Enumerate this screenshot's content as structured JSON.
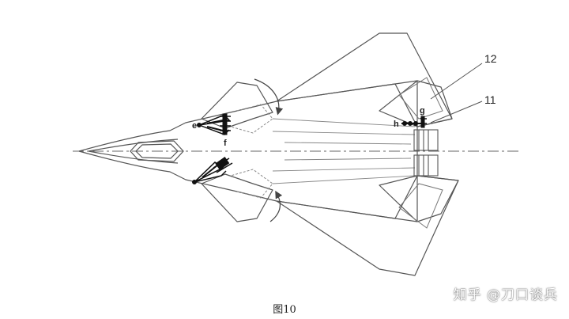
{
  "labels": {
    "n12": "12",
    "n11": "11",
    "e": "e",
    "f": "f",
    "g": "g",
    "h": "h"
  },
  "caption": "图10",
  "watermark": "知乎 @刀口谈兵",
  "colors": {
    "line": "#555555",
    "dash": "#8a8a8a",
    "mechanism": "#111111"
  }
}
